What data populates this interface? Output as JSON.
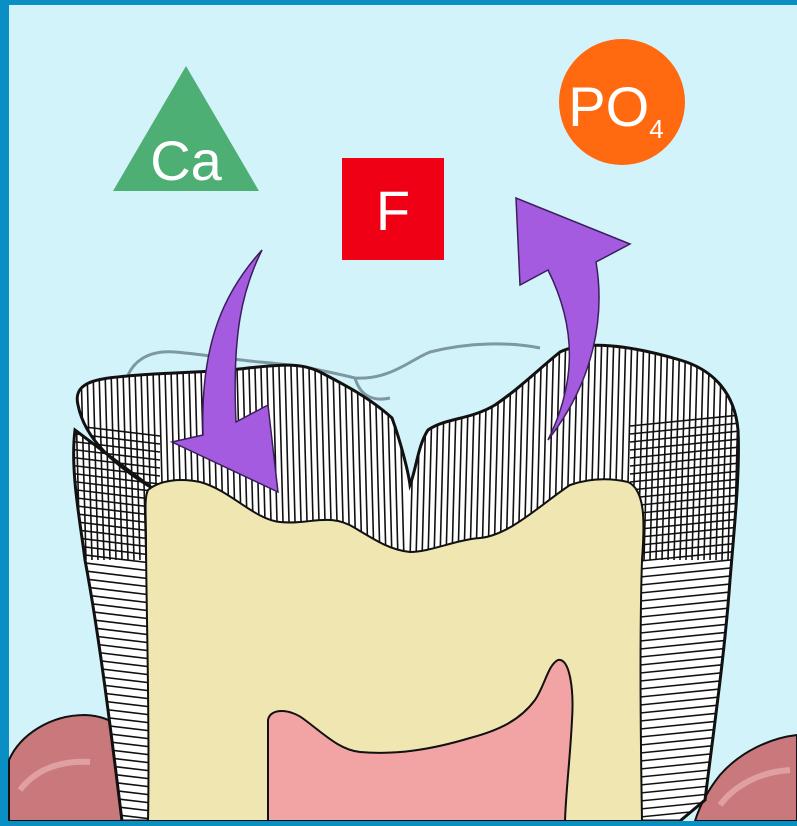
{
  "labels": {
    "calcium": "Ca",
    "fluoride": "F",
    "phosphate_main": "PO",
    "phosphate_sub": "4"
  },
  "colors": {
    "frame": "#0a8fc4",
    "background": "#d3f3fb",
    "calcium_badge": "#4daf74",
    "fluoride_badge": "#f00014",
    "phosphate_badge": "#ff6a10",
    "arrow": "#a55be0",
    "dentin": "#f0e6b1",
    "pulp": "#f2a3a3",
    "gum": "#c9797b",
    "enamel_stroke": "#111111"
  },
  "icons": {
    "calcium": "triangle-badge",
    "fluoride": "square-badge",
    "phosphate": "circle-badge",
    "inflow_arrow": "curved-arrow-down",
    "outflow_arrow": "curved-arrow-up"
  }
}
